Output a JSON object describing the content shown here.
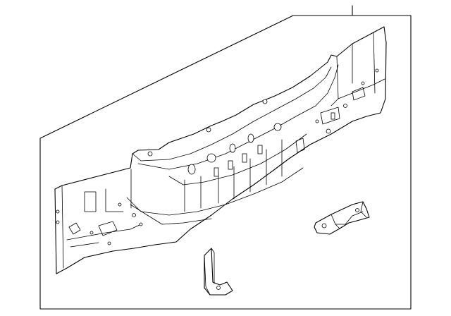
{
  "diagram": {
    "callouts": [
      {
        "id": "1",
        "label": ""
      }
    ],
    "parts": [
      "rear-body-panel",
      "panel-reinforcement-bracket",
      "lower-mounting-bracket"
    ]
  }
}
